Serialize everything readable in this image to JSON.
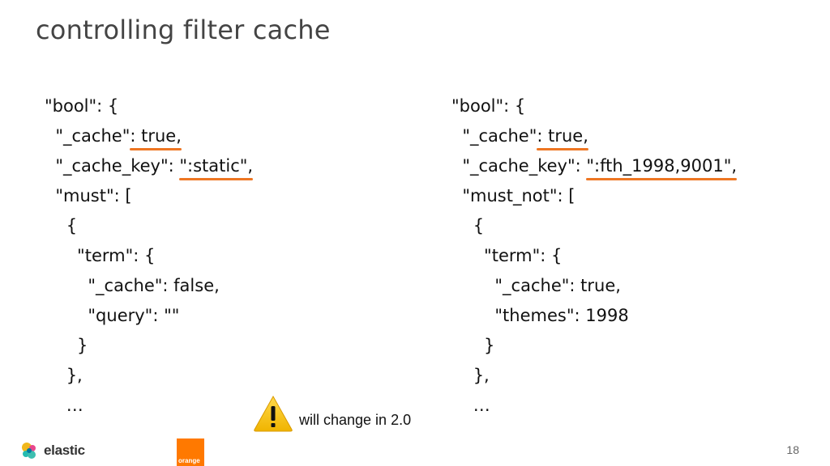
{
  "slide": {
    "title": "controlling filter cache",
    "page_number": "18",
    "warning_text": "will change in 2.0"
  },
  "left_code": {
    "l1": "\"bool\": {",
    "l2_pre": "  \"_cache\"",
    "l2_hl": ": true,",
    "l3_pre": "  \"_cache_key\": ",
    "l3_hl": "\":static\",",
    "l4": "  \"must\": [",
    "l5": "    {",
    "l6": "      \"term\": {",
    "l7": "        \"_cache\": false,",
    "l8": "        \"query\": \"\"",
    "l9": "      }",
    "l10": "    },",
    "l11": "    …"
  },
  "right_code": {
    "l1": "\"bool\": {",
    "l2_pre": "  \"_cache\"",
    "l2_hl": ": true,",
    "l3_pre": "  \"_cache_key\": ",
    "l3_hl": "\":fth_1998,9001\",",
    "l4": "  \"must_not\": [",
    "l5": "    {",
    "l6": "      \"term\": {",
    "l7": "        \"_cache\": true,",
    "l8": "        \"themes\": 1998",
    "l9": "      }",
    "l10": "    },",
    "l11": "    …"
  },
  "logos": {
    "elastic": "elastic",
    "orange": "orange"
  },
  "colors": {
    "underline": "#ee7623",
    "orange_brand": "#ff7900",
    "warning_yellow": "#f5c400"
  }
}
